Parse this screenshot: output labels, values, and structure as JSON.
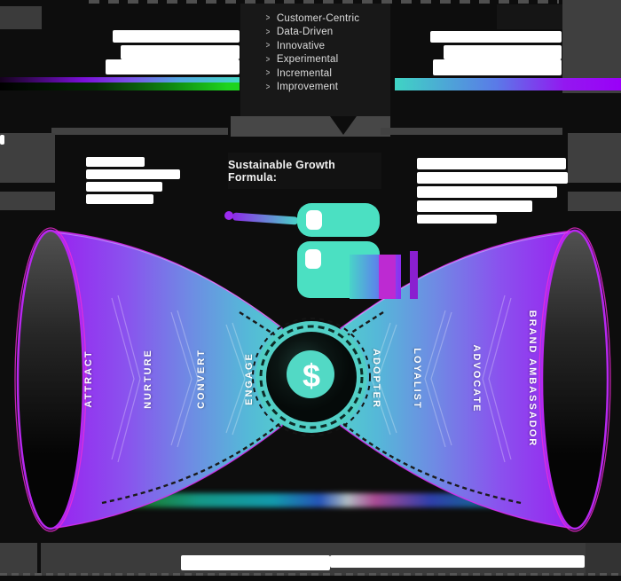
{
  "top": {
    "principles": {
      "chevron": ">",
      "items": [
        "Customer-Centric",
        "Data-Driven",
        "Innovative",
        "Experimental",
        "Incremental",
        "Improvement"
      ]
    }
  },
  "formula": {
    "heading": "Sustainable Growth Formula:"
  },
  "funnel": {
    "center_symbol": "$",
    "left_stages": [
      "ATTRACT",
      "NURTURE",
      "CONVERT",
      "ENGAGE"
    ],
    "right_stages": [
      "ADOPTER",
      "LOYALIST",
      "ADVOCATE",
      "BRAND AMBASSADOR"
    ]
  },
  "colors": {
    "background": "#0d0d0d",
    "panel_gray": "#3d3d3d",
    "teal": "#4fd8c6",
    "purple": "#9a20f0",
    "green": "#1ed41e",
    "magenta_rim": "#f22bd8",
    "white": "#ffffff"
  },
  "illegible_blocks": [
    "top-left-heading",
    "top-right-heading",
    "mid-left-paragraph",
    "mid-right-paragraph",
    "bottom-caption"
  ]
}
